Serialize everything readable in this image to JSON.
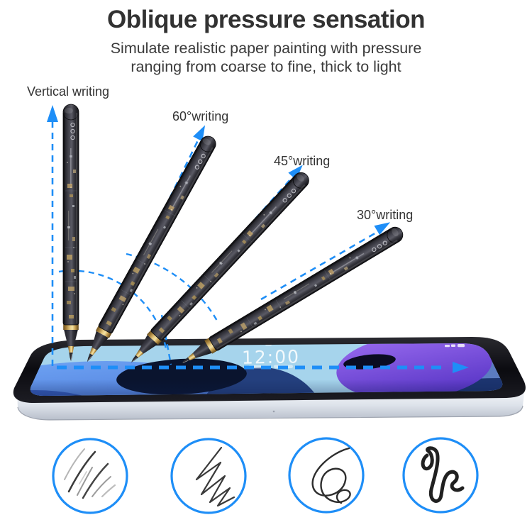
{
  "theme": {
    "accent_blue": "#1E8EF7",
    "title_color": "#323232",
    "subtitle_color": "#3B3B3B",
    "label_color": "#333333",
    "background": "#FFFFFF",
    "pen_body_color": "#2B2B32",
    "pen_gold_ring_color": "#D9B96A"
  },
  "header": {
    "title": "Oblique pressure sensation",
    "subtitle_line1": "Simulate realistic paper painting with pressure",
    "subtitle_line2": "ranging from coarse to fine, thick to light"
  },
  "angle_labels": {
    "vertical": "Vertical writing",
    "deg60": "60°writing",
    "deg45": "45°writing",
    "deg30": "30°writing"
  },
  "tablet": {
    "lock_screen_time": "12:00"
  },
  "stroke_samples": [
    {
      "icon": "hatch-strokes-icon"
    },
    {
      "icon": "zigzag-strokes-icon"
    },
    {
      "icon": "loop-scribble-icon"
    },
    {
      "icon": "thick-squiggle-icon"
    }
  ]
}
